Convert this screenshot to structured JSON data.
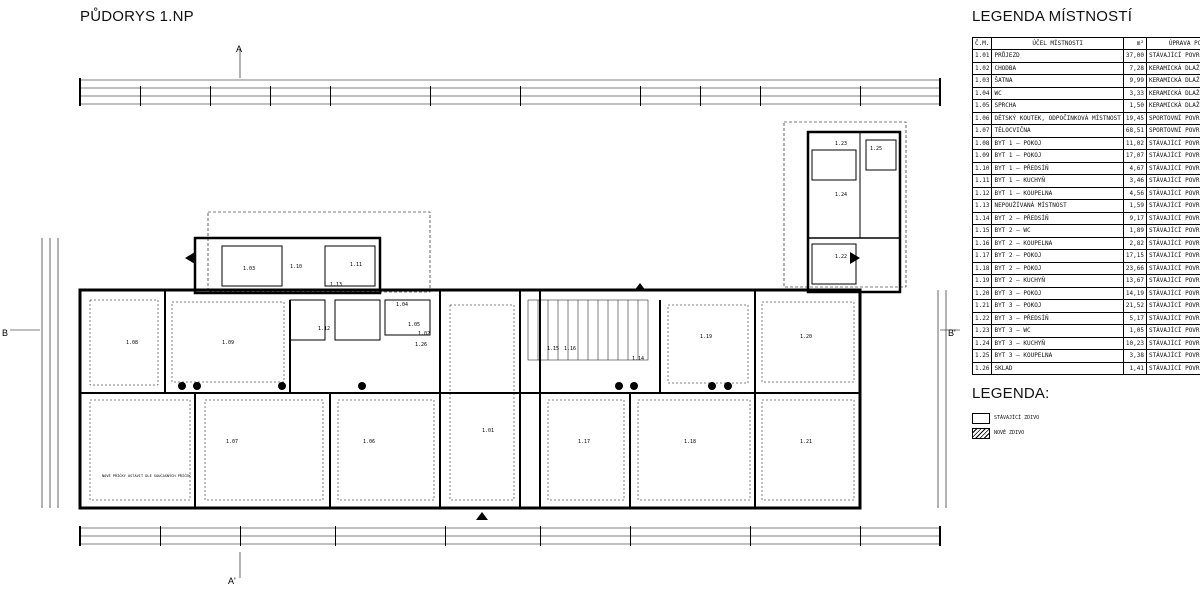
{
  "plan": {
    "title": "PŮDORYS 1.NP",
    "section_labels": [
      "A",
      "A'",
      "B",
      "B'"
    ],
    "room_labels": [
      "1.01",
      "1.02",
      "1.03",
      "1.04",
      "1.05",
      "1.06",
      "1.07",
      "1.08",
      "1.09",
      "1.10",
      "1.11",
      "1.12",
      "1.13",
      "1.14",
      "1.15",
      "1.16",
      "1.17",
      "1.18",
      "1.19",
      "1.20",
      "1.21",
      "1.22",
      "1.23",
      "1.24",
      "1.25",
      "1.26"
    ],
    "note": "NOVÉ PŘÍČKY OSTAVIT DLE SOUČASNÝCH PŘÍČEK"
  },
  "legend": {
    "title": "LEGENDA MÍSTNOSTÍ",
    "headers": [
      "Č.M.",
      "ÚČEL MÍSTNOSTI",
      "m²",
      "ÚPRAVA PODLAHY"
    ],
    "rows": [
      [
        "1.01",
        "PRŮJEZD",
        "37,00",
        "STÁVAJÍCÍ POVRCH"
      ],
      [
        "1.02",
        "CHODBA",
        "7,28",
        "KERAMICKÁ DLAŽBA"
      ],
      [
        "1.03",
        "ŠATNA",
        "9,99",
        "KERAMICKÁ DLAŽBA"
      ],
      [
        "1.04",
        "WC",
        "3,33",
        "KERAMICKÁ DLAŽBA"
      ],
      [
        "1.05",
        "SPRCHA",
        "1,50",
        "KERAMICKÁ DLAŽBA"
      ],
      [
        "1.06",
        "DĚTSKÝ KOUTEK, ODPOČINKOVÁ MÍSTNOST",
        "19,45",
        "SPORTOVNÍ POVRCH PULASTIC"
      ],
      [
        "1.07",
        "TĚLOCVIČNA",
        "68,51",
        "SPORTOVNÍ POVRCH PULASTIC"
      ],
      [
        "1.08",
        "BYT 1 – POKOJ",
        "11,02",
        "STÁVAJÍCÍ POVRCH"
      ],
      [
        "1.09",
        "BYT 1 – POKOJ",
        "17,07",
        "STÁVAJÍCÍ POVRCH"
      ],
      [
        "1.10",
        "BYT 1 – PŘEDSÍŇ",
        "4,67",
        "STÁVAJÍCÍ POVRCH"
      ],
      [
        "1.11",
        "BYT 1 – KUCHYŇ",
        "3,46",
        "STÁVAJÍCÍ POVRCH"
      ],
      [
        "1.12",
        "BYT 1 – KOUPELNA",
        "4,56",
        "STÁVAJÍCÍ POVRCH"
      ],
      [
        "1.13",
        "NEPOUŽÍVANÁ MÍSTNOST",
        "1,59",
        "STÁVAJÍCÍ POVRCH"
      ],
      [
        "1.14",
        "BYT 2 – PŘEDSÍŇ",
        "9,17",
        "STÁVAJÍCÍ POVRCH"
      ],
      [
        "1.15",
        "BYT 2 – WC",
        "1,89",
        "STÁVAJÍCÍ POVRCH"
      ],
      [
        "1.16",
        "BYT 2 – KOUPELNA",
        "2,82",
        "STÁVAJÍCÍ POVRCH"
      ],
      [
        "1.17",
        "BYT 2 – POKOJ",
        "17,15",
        "STÁVAJÍCÍ POVRCH"
      ],
      [
        "1.18",
        "BYT 2 – POKOJ",
        "23,66",
        "STÁVAJÍCÍ POVRCH"
      ],
      [
        "1.19",
        "BYT 2 – KUCHYŇ",
        "13,67",
        "STÁVAJÍCÍ POVRCH"
      ],
      [
        "1.20",
        "BYT 3 – POKOJ",
        "14,19",
        "STÁVAJÍCÍ POVRCH"
      ],
      [
        "1.21",
        "BYT 3 – POKOJ",
        "21,52",
        "STÁVAJÍCÍ POVRCH"
      ],
      [
        "1.22",
        "BYT 3 – PŘEDSÍŇ",
        "5,17",
        "STÁVAJÍCÍ POVRCH"
      ],
      [
        "1.23",
        "BYT 3 – WC",
        "1,05",
        "STÁVAJÍCÍ POVRCH"
      ],
      [
        "1.24",
        "BYT 3 – KUCHYŇ",
        "10,23",
        "STÁVAJÍCÍ POVRCH"
      ],
      [
        "1.25",
        "BYT 3 – KOUPELNA",
        "3,38",
        "STÁVAJÍCÍ POVRCH"
      ],
      [
        "1.26",
        "SKLAD",
        "1,41",
        "STÁVAJÍCÍ POVRCH"
      ]
    ]
  },
  "legenda": {
    "title": "LEGENDA:",
    "items": [
      "STÁVAJÍCÍ ZDIVO",
      "NOVÉ ZDIVO"
    ]
  }
}
